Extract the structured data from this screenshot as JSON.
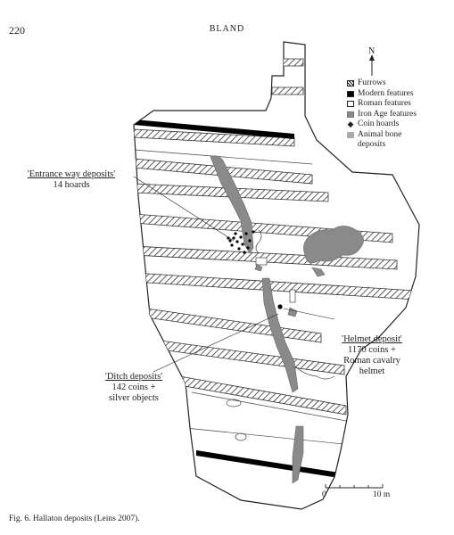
{
  "header": {
    "page_number": "220",
    "running_title": "BLAND"
  },
  "north_label": "N",
  "legend": {
    "items": [
      {
        "label": "Furrows",
        "swatch": "furrow"
      },
      {
        "label": "Modern features",
        "swatch": "modern"
      },
      {
        "label": "Roman features",
        "swatch": "roman"
      },
      {
        "label": "Iron Age features",
        "swatch": "iron"
      },
      {
        "label": "Coin hoards",
        "swatch": "dot"
      },
      {
        "label": "Animal bone deposits",
        "swatch": "bone"
      }
    ]
  },
  "annotations": {
    "entrance": {
      "title": "'Entrance way deposits'",
      "detail": "14 hoards"
    },
    "helmet": {
      "title": "'Helmet deposit'",
      "line1": "1170 coins +",
      "line2": "Roman cavalry",
      "line3": "helmet"
    },
    "ditch": {
      "title": "'Ditch deposits'",
      "line1": "142 coins +",
      "line2": "silver objects"
    }
  },
  "scale": {
    "start": "0",
    "end": "10 m"
  },
  "caption": "Fig. 6.   Hallaton deposits (Leins 2007).",
  "colors": {
    "ink": "#222222",
    "iron_age": "#8a8a8a",
    "bone": "#9a9a9a"
  }
}
